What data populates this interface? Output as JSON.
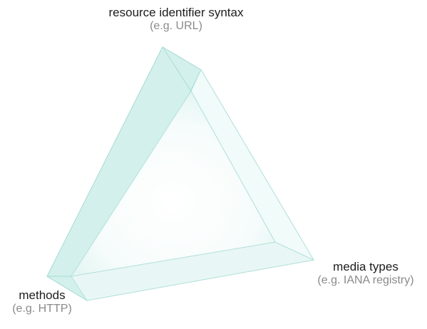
{
  "vertices": {
    "top": {
      "title": "resource identifier syntax",
      "example": "(e.g. URL)"
    },
    "right": {
      "title": "media types",
      "example": "(e.g. IANA registry)"
    },
    "left": {
      "title": "methods",
      "example": "(e.g. HTTP)"
    }
  },
  "colors": {
    "face_fill": "#d6f1ef",
    "face_edge": "#9fd6d0",
    "inner_fill": "#ffffff"
  }
}
